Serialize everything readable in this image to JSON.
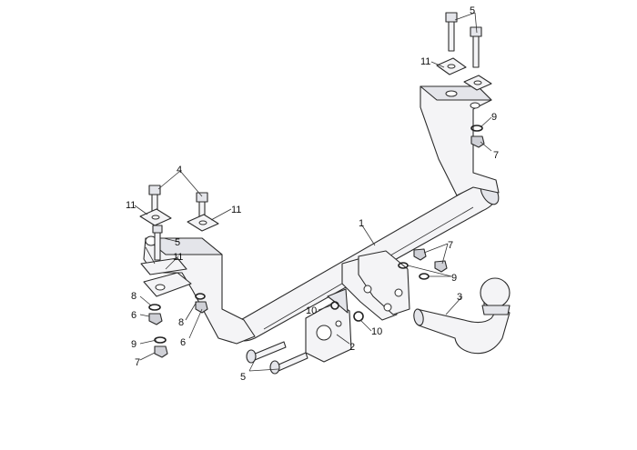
{
  "callouts": {
    "c1": "1",
    "c2": "2",
    "c3": "3",
    "c4": "4",
    "c5_top": "5",
    "c5_left": "5",
    "c5_bottom": "5",
    "c6_a": "6",
    "c6_b": "6",
    "c7_right": "7",
    "c7_mid": "7",
    "c7_left": "7",
    "c8_a": "8",
    "c8_b": "8",
    "c9_right": "9",
    "c9_mid": "9",
    "c9_left": "9",
    "c10_a": "10",
    "c10_b": "10",
    "c11_top": "11",
    "c11_left_a": "11",
    "c11_left_b": "11",
    "c11_left_c": "11"
  }
}
